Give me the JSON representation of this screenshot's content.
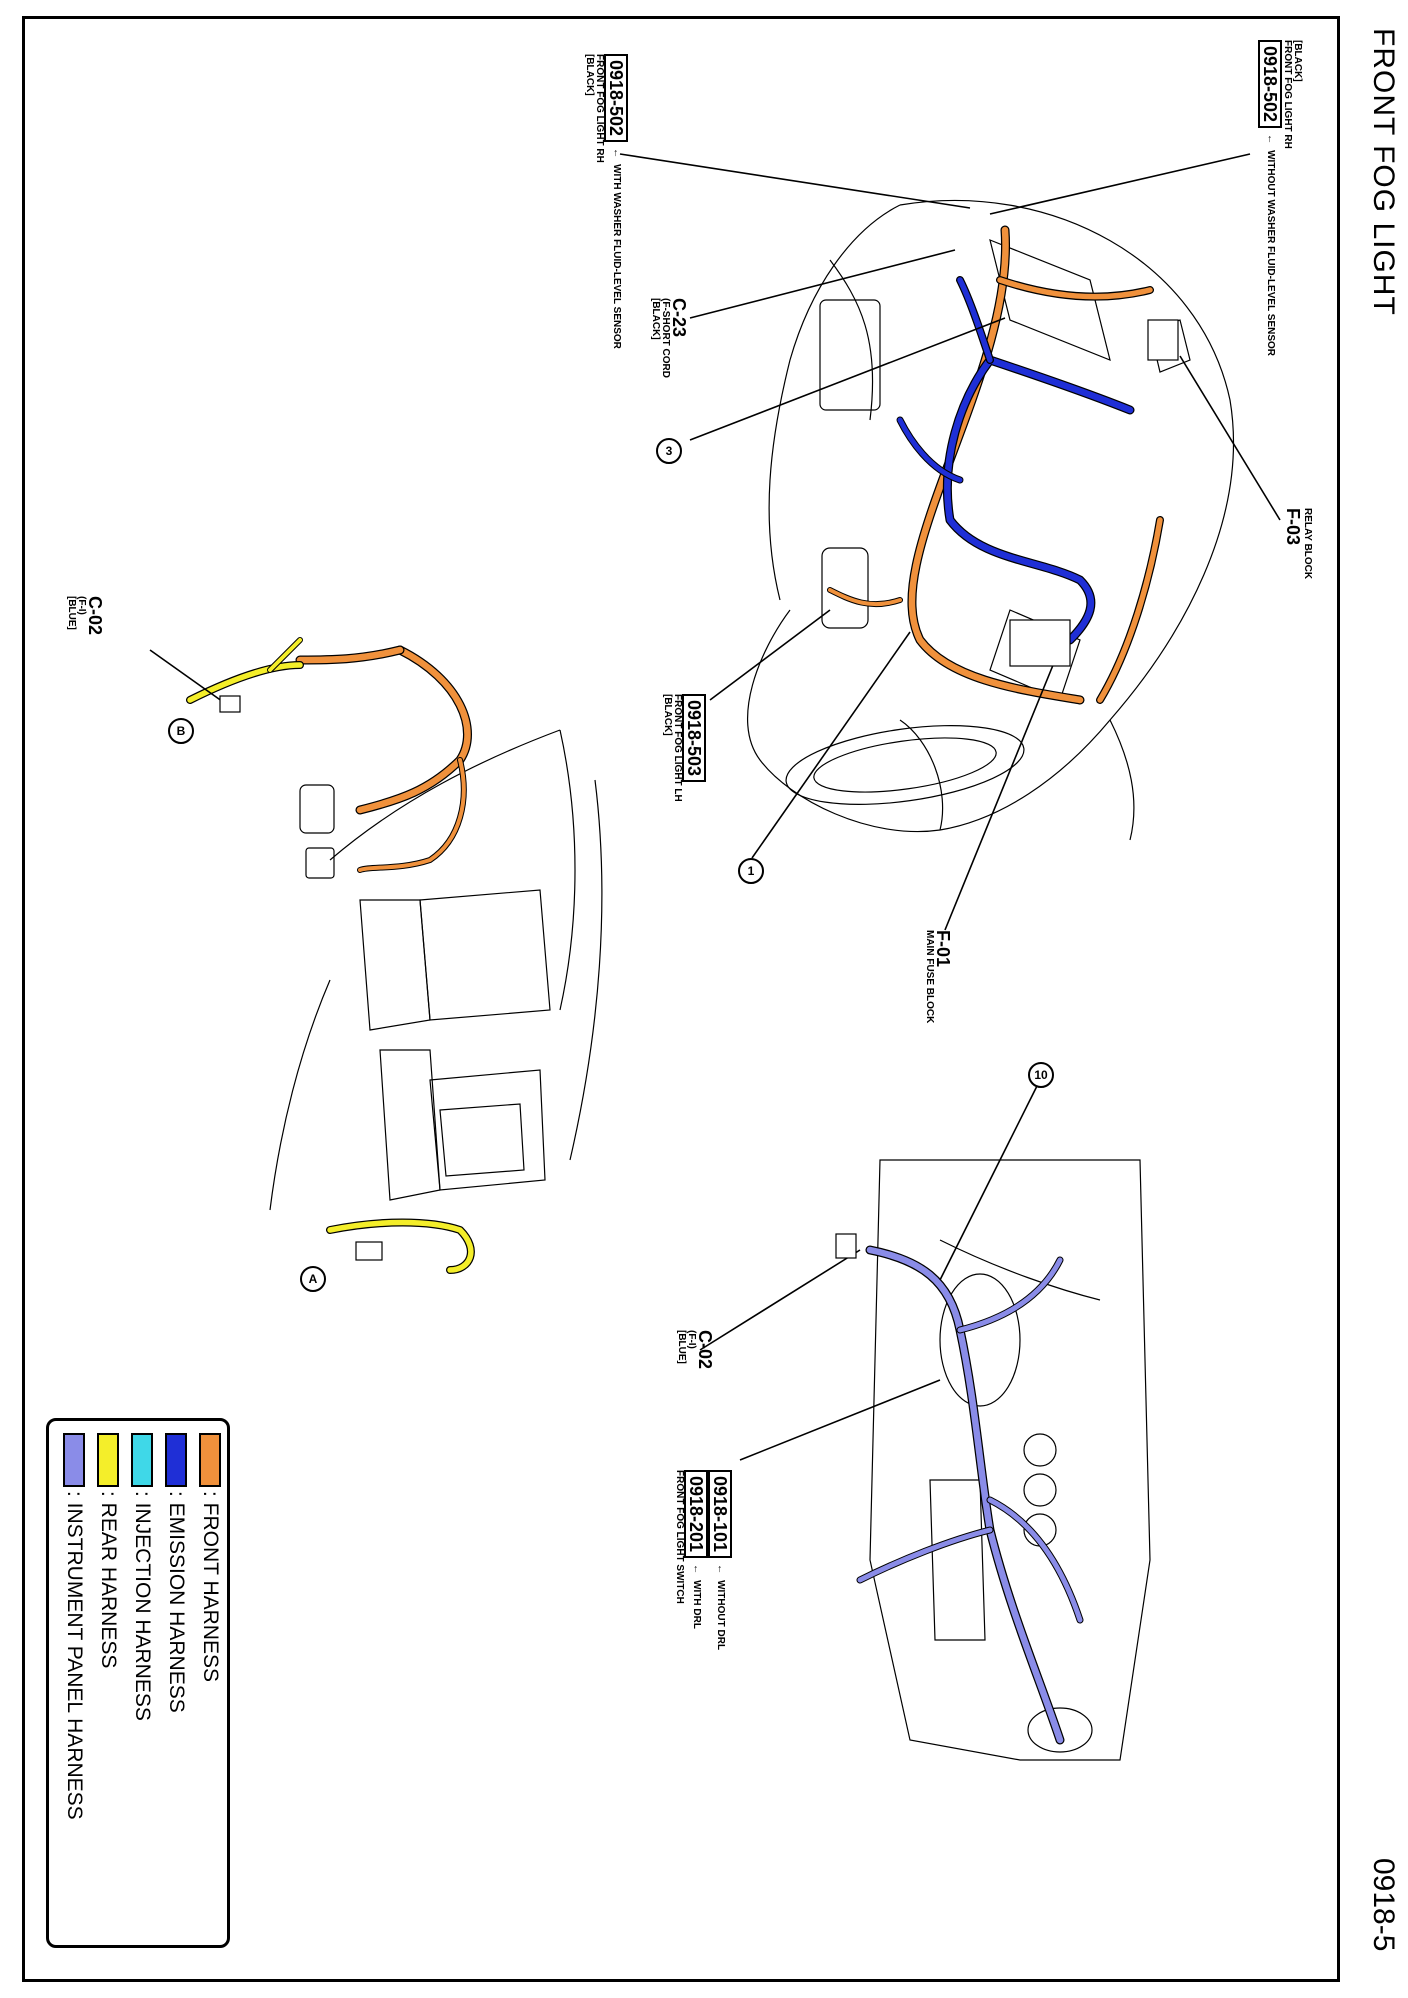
{
  "page": {
    "title": "FRONT FOG LIGHT",
    "page_number": "0918-5"
  },
  "connectors": {
    "rh_without": {
      "tag": "[BLACK]",
      "name": "FRONT FOG LIGHT RH",
      "code": "0918-502",
      "note": "WITHOUT WASHER FLUID-LEVEL SENSOR"
    },
    "rh_with": {
      "code": "0918-502",
      "note": "WITH WASHER FLUID-LEVEL SENSOR",
      "name": "FRONT FOG LIGHT RH",
      "tag": "[BLACK]"
    },
    "c23": {
      "code": "C-23",
      "sub": "(F-SHORT CORD",
      "tag": "[BLACK]"
    },
    "relay_block": {
      "label": "RELAY BLOCK",
      "code": "F-03"
    },
    "lh": {
      "code": "0918-503",
      "name": "FRONT FOG LIGHT LH",
      "tag": "[BLACK]"
    },
    "main_fuse": {
      "code": "F-01",
      "label": "MAIN FUSE BLOCK"
    },
    "c02_left": {
      "code": "C-02",
      "sub": "(F-I)",
      "tag": "[BLUE]"
    },
    "c02_right": {
      "code": "C-02",
      "sub": "(F-I)",
      "tag": "[BLUE]"
    },
    "switch": {
      "code_a": "0918-101",
      "note_a": "WITHOUT DRL",
      "code_b": "0918-201",
      "note_b": "WITH DRL",
      "name": "FRONT FOG LIGHT SWITCH"
    }
  },
  "markers": {
    "m1": "1",
    "m3": "3",
    "m10": "10",
    "mA": "A",
    "mB": "B"
  },
  "legend": {
    "items": [
      {
        "label": ": FRONT HARNESS",
        "color": "#f0913c"
      },
      {
        "label": ": EMISSION HARNESS",
        "color": "#1f2fd6"
      },
      {
        "label": ": INJECTION HARNESS",
        "color": "#3fd8e8"
      },
      {
        "label": ": REAR HARNESS",
        "color": "#f4ee2a"
      },
      {
        "label": ": INSTRUMENT PANEL HARNESS",
        "color": "#8a8ce8"
      }
    ]
  },
  "colors": {
    "front": "#f0913c",
    "emission": "#1f2fd6",
    "rear": "#f4ee2a",
    "instrument": "#8a8ce8",
    "line": "#000000"
  }
}
